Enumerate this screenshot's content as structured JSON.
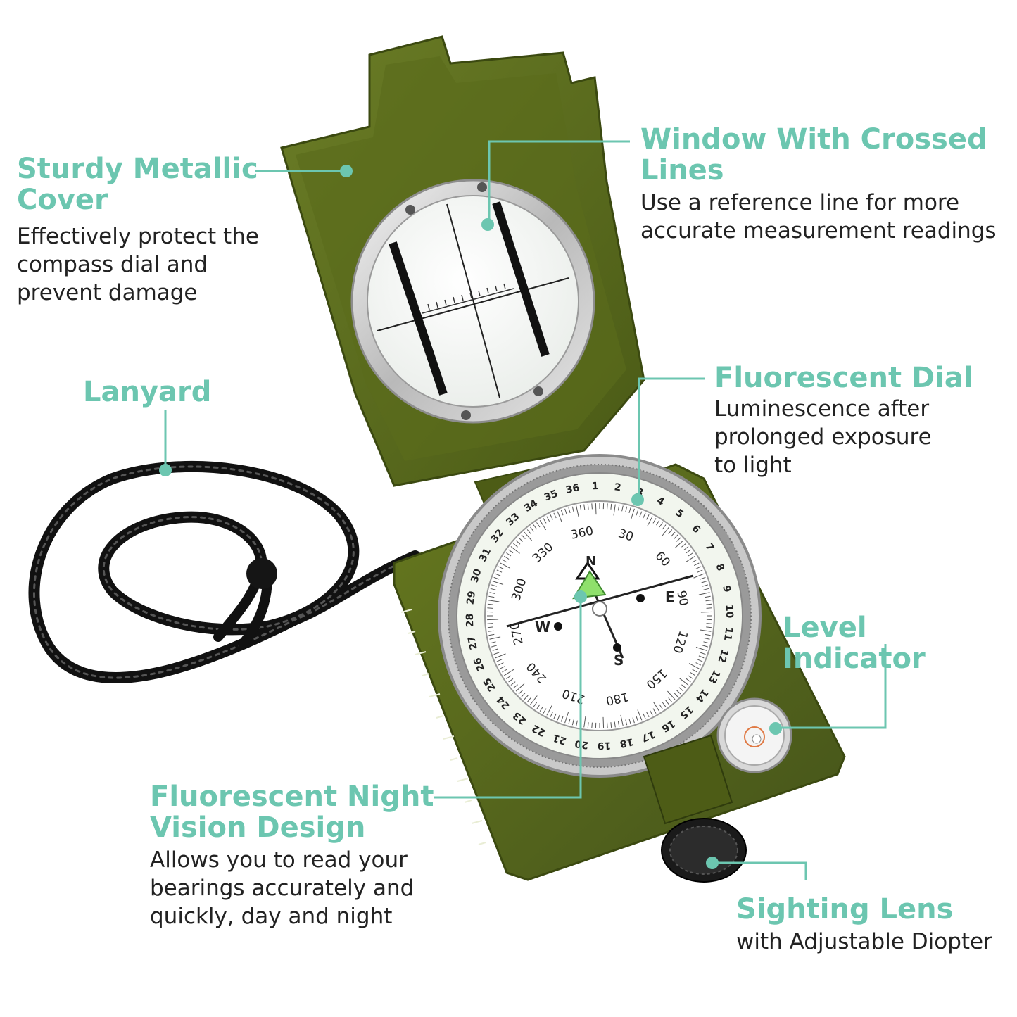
{
  "colors": {
    "accent": "#6cc6b0",
    "olive": "#5d6e1e",
    "olive_dark": "#3f4c12",
    "text": "#222222"
  },
  "callouts": {
    "cover": {
      "title_line1": "Sturdy Metallic",
      "title_line2": "Cover",
      "desc_line1": "Effectively protect the",
      "desc_line2": "compass dial and",
      "desc_line3": "prevent damage"
    },
    "window": {
      "title_line1": "Window With Crossed",
      "title_line2": "Lines",
      "desc_line1": "Use a reference line for more",
      "desc_line2": "accurate measurement readings"
    },
    "lanyard": {
      "title": "Lanyard"
    },
    "dial": {
      "title": "Fluorescent Dial",
      "desc_line1": "Luminescence after",
      "desc_line2": "prolonged exposure",
      "desc_line3": "to light"
    },
    "level": {
      "title": "Level Indicator"
    },
    "night": {
      "title_line1": "Fluorescent Night",
      "title_line2": "Vision Design",
      "desc_line1": "Allows you to read your",
      "desc_line2": "bearings accurately and",
      "desc_line3": "quickly, day and night"
    },
    "lens": {
      "title": "Sighting Lens",
      "desc": "with Adjustable Diopter"
    }
  },
  "compass": {
    "outer_ring_numbers": [
      "1",
      "2",
      "3",
      "4",
      "5",
      "6",
      "7",
      "8",
      "9",
      "10",
      "11",
      "12",
      "13",
      "14",
      "15",
      "16",
      "17",
      "18",
      "19",
      "20",
      "21",
      "22",
      "23",
      "24",
      "25",
      "26",
      "27",
      "28",
      "29",
      "30",
      "31",
      "32",
      "33",
      "34",
      "35",
      "36"
    ],
    "inner_degree_labels": [
      "360",
      "30",
      "60",
      "90",
      "120",
      "150",
      "180",
      "210",
      "240",
      "270",
      "300",
      "330"
    ],
    "cardinals": [
      "N",
      "E",
      "S",
      "W"
    ]
  }
}
